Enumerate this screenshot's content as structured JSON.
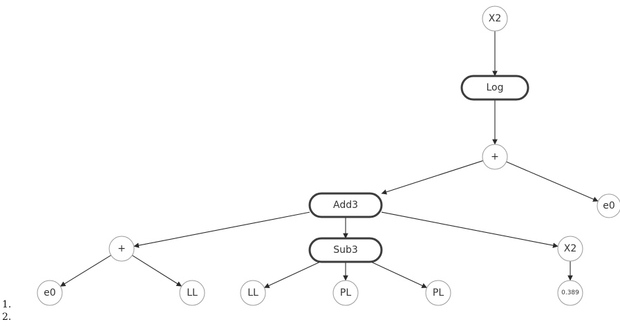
{
  "list_numbers": [
    "1.",
    "2."
  ],
  "tree": {
    "root": {
      "label": "X2",
      "shape": "circle"
    },
    "log": {
      "label": "Log",
      "shape": "rounded-rect"
    },
    "plus_top": {
      "label": "+",
      "shape": "circle"
    },
    "e0_right": {
      "label": "e0",
      "shape": "circle"
    },
    "add3": {
      "label": "Add3",
      "shape": "rounded-rect"
    },
    "plus_left": {
      "label": "+",
      "shape": "circle"
    },
    "sub3": {
      "label": "Sub3",
      "shape": "rounded-rect"
    },
    "x2_right": {
      "label": "X2",
      "shape": "circle"
    },
    "e0_left": {
      "label": "e0",
      "shape": "circle"
    },
    "ll_a": {
      "label": "LL",
      "shape": "circle"
    },
    "ll_b": {
      "label": "LL",
      "shape": "circle"
    },
    "pl_a": {
      "label": "PL",
      "shape": "circle"
    },
    "pl_b": {
      "label": "PL",
      "shape": "circle"
    },
    "const": {
      "label": "0.389",
      "shape": "circle"
    }
  },
  "edges": [
    [
      "root",
      "log"
    ],
    [
      "log",
      "plus_top"
    ],
    [
      "plus_top",
      "add3"
    ],
    [
      "plus_top",
      "e0_right"
    ],
    [
      "add3",
      "plus_left"
    ],
    [
      "add3",
      "sub3"
    ],
    [
      "add3",
      "x2_right"
    ],
    [
      "plus_left",
      "e0_left"
    ],
    [
      "plus_left",
      "ll_a"
    ],
    [
      "sub3",
      "ll_b"
    ],
    [
      "sub3",
      "pl_a"
    ],
    [
      "sub3",
      "pl_b"
    ],
    [
      "x2_right",
      "const"
    ]
  ]
}
